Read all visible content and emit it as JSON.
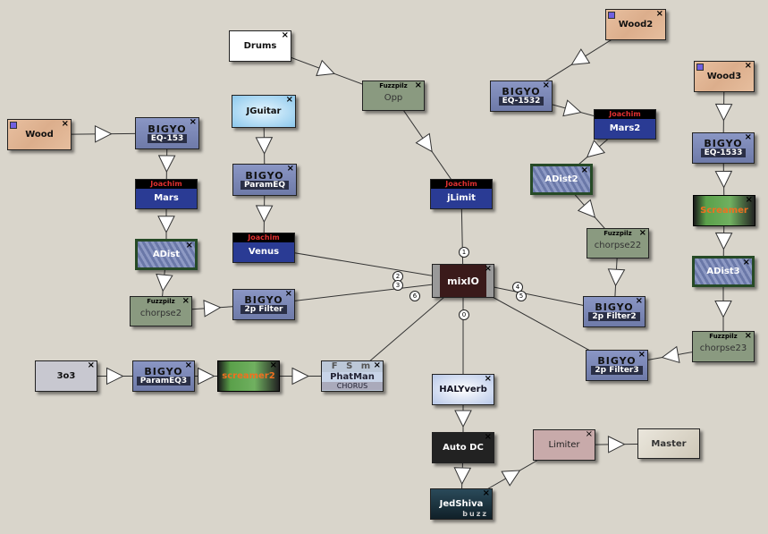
{
  "machines": {
    "drums": {
      "name": "Drums"
    },
    "jguitar": {
      "name": "JGuitar"
    },
    "opp": {
      "header": "Fuzzpilz",
      "name": "Opp"
    },
    "wood": {
      "name": "Wood"
    },
    "eq153": {
      "brand": "BIGYO",
      "name": "EQ-153"
    },
    "parameq": {
      "brand": "BIGYO",
      "name": "ParamEQ"
    },
    "mars": {
      "header": "Joachim",
      "name": "Mars"
    },
    "venus": {
      "header": "Joachim",
      "name": "Venus"
    },
    "jlimit": {
      "header": "Joachim",
      "name": "jLimit"
    },
    "adist": {
      "name": "ADist"
    },
    "chorpse2": {
      "header": "Fuzzpilz",
      "name": "chorpse2"
    },
    "filter2p": {
      "brand": "BIGYO",
      "name": "2p Filter"
    },
    "mixio": {
      "name": "mixIO"
    },
    "wood2": {
      "name": "Wood2"
    },
    "eq1532": {
      "brand": "BIGYO",
      "name": "EQ-1532"
    },
    "mars2": {
      "header": "Joachim",
      "name": "Mars2"
    },
    "adist2": {
      "name": "ADist2"
    },
    "chorpse22": {
      "header": "Fuzzpilz",
      "name": "chorpse22"
    },
    "filter2p2": {
      "brand": "BIGYO",
      "name": "2p Filter2"
    },
    "filter2p3": {
      "brand": "BIGYO",
      "name": "2p Filter3"
    },
    "wood3": {
      "name": "Wood3"
    },
    "eq1533": {
      "brand": "BIGYO",
      "name": "EQ-1533"
    },
    "screamer": {
      "name": "Screamer"
    },
    "adist3": {
      "name": "ADist3"
    },
    "chorpse23": {
      "header": "Fuzzpilz",
      "name": "chorpse23"
    },
    "tb303": {
      "name": "3o3"
    },
    "parameq3": {
      "brand": "BIGYO",
      "name": "ParamEQ3"
    },
    "screamer2": {
      "name": "screamer2"
    },
    "phatman": {
      "header": "F S m",
      "name": "PhatMan",
      "sub": "CHORUS"
    },
    "halyverb": {
      "name": "HALYverb"
    },
    "autodc": {
      "name": "Auto DC"
    },
    "jedshiva": {
      "name": "JedShiva",
      "sub": "buzz"
    },
    "limiter": {
      "name": "Limiter"
    },
    "master": {
      "name": "Master"
    }
  },
  "close_glyph": "×",
  "ports": {
    "p0": "0",
    "p1": "1",
    "p2": "2",
    "p3": "3",
    "p4": "4",
    "p5": "5",
    "p6": "6"
  },
  "connections": [
    [
      "drums",
      "opp"
    ],
    [
      "opp",
      "jlimit"
    ],
    [
      "jlimit",
      "mixio"
    ],
    [
      "wood",
      "eq153"
    ],
    [
      "eq153",
      "mars"
    ],
    [
      "mars",
      "adist"
    ],
    [
      "adist",
      "chorpse2"
    ],
    [
      "chorpse2",
      "filter2p"
    ],
    [
      "filter2p",
      "mixio"
    ],
    [
      "jguitar",
      "parameq"
    ],
    [
      "parameq",
      "venus"
    ],
    [
      "venus",
      "mixio"
    ],
    [
      "tb303",
      "parameq3"
    ],
    [
      "parameq3",
      "screamer2"
    ],
    [
      "screamer2",
      "phatman"
    ],
    [
      "phatman",
      "mixio"
    ],
    [
      "wood2",
      "eq1532"
    ],
    [
      "eq1532",
      "mars2"
    ],
    [
      "mars2",
      "adist2"
    ],
    [
      "adist2",
      "chorpse22"
    ],
    [
      "chorpse22",
      "filter2p2"
    ],
    [
      "filter2p2",
      "mixio"
    ],
    [
      "wood3",
      "eq1533"
    ],
    [
      "eq1533",
      "screamer"
    ],
    [
      "screamer",
      "adist3"
    ],
    [
      "adist3",
      "chorpse23"
    ],
    [
      "chorpse23",
      "filter2p3"
    ],
    [
      "filter2p3",
      "mixio"
    ],
    [
      "mixio",
      "halyverb"
    ],
    [
      "halyverb",
      "autodc"
    ],
    [
      "autodc",
      "jedshiva"
    ],
    [
      "jedshiva",
      "limiter"
    ],
    [
      "limiter",
      "master"
    ]
  ]
}
